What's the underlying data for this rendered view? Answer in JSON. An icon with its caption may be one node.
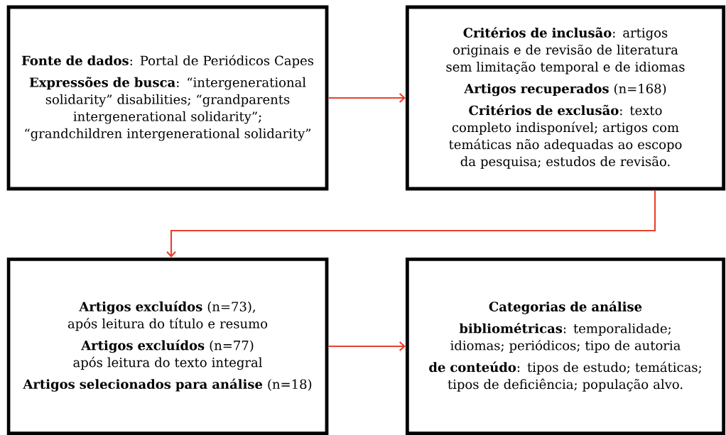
{
  "diagram": {
    "nodes": [
      {
        "text": [
          "**Fonte de dados**: Portal de Periódicos Capes",
          "**Expressões de busca**: “intergenerational solidarity” disabilities; “grandparents intergenerational solidarity”; “grandchildren intergenerational solidarity”"
        ]
      },
      {
        "text": [
          "**Critérios de inclusão**: artigos originais e de revisão de literatura sem limitação temporal e de idiomas",
          "**Artigos recuperados** (n=168)",
          "**Critérios de exclusão**: texto completo indisponível; artigos com temáticas não adequadas ao escopo da pesquisa; estudos de revisão."
        ]
      },
      {
        "text": [
          "**Artigos excluídos** (n=73), após leitura do título e resumo",
          "**Artigos excluídos** (n=77) após leitura do texto integral",
          "**Artigos selecionados para análise** (n=18)"
        ]
      },
      {
        "text": [
          "Categorias de análise",
          "**bibliométricas**: temporalidade; idiomas; periódicos; tipo de autoria",
          "**de conteúdo**: tipos de estudo; temáticas; tipos de deficiência; população alvo."
        ]
      }
    ],
    "edges": [
      {
        "from": 0,
        "to": 1,
        "arrow": "to"
      },
      {
        "from": 1,
        "to": 2,
        "arrow": "to"
      },
      {
        "from": 2,
        "to": 3,
        "arrow": "to"
      }
    ]
  }
}
